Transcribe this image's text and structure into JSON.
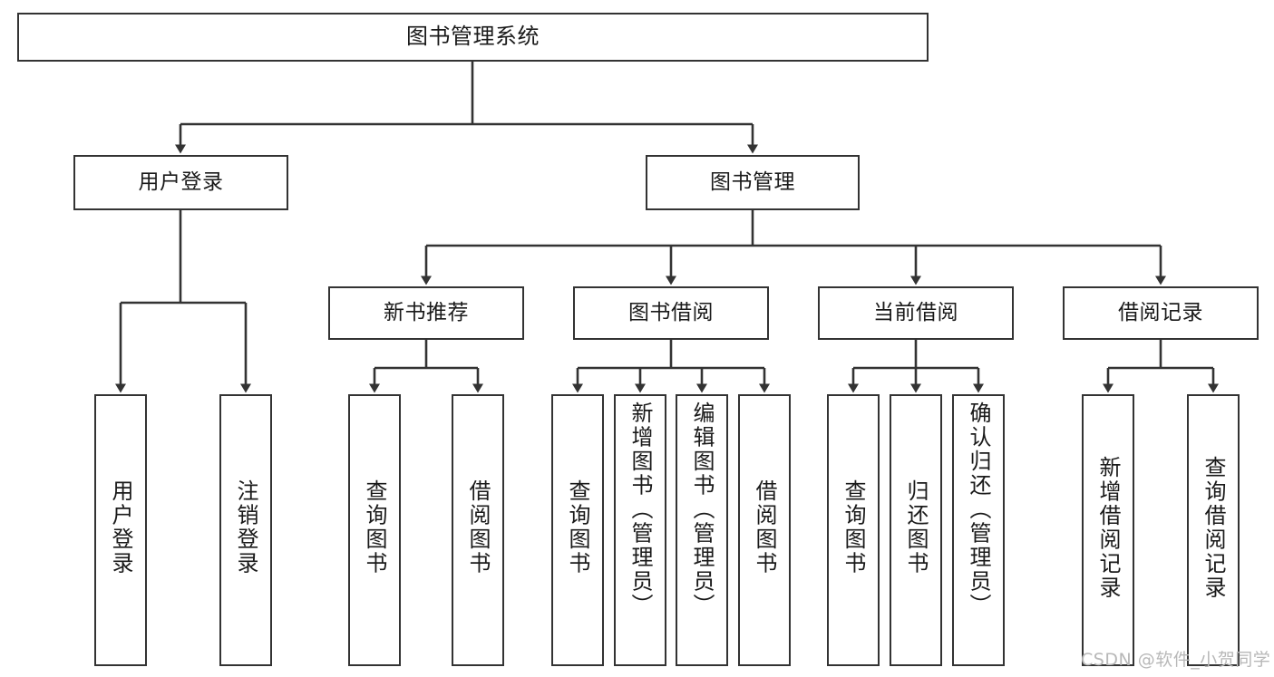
{
  "diagram": {
    "type": "hierarchy-tree",
    "title": "图书管理系统",
    "root": {
      "label": "图书管理系统"
    },
    "level2": [
      {
        "label": "用户登录"
      },
      {
        "label": "图书管理"
      }
    ],
    "level3": [
      {
        "label": "新书推荐"
      },
      {
        "label": "图书借阅"
      },
      {
        "label": "当前借阅"
      },
      {
        "label": "借阅记录"
      }
    ],
    "leaves": {
      "user_login": [
        {
          "label": "用户登录"
        },
        {
          "label": "注销登录"
        }
      ],
      "new_book_recommend": [
        {
          "label": "查询图书"
        },
        {
          "label": "借阅图书"
        }
      ],
      "book_borrow": [
        {
          "label": "查询图书"
        },
        {
          "label": "新增图书（管理员）"
        },
        {
          "label": "编辑图书（管理员）"
        },
        {
          "label": "借阅图书"
        }
      ],
      "current_borrow": [
        {
          "label": "查询图书"
        },
        {
          "label": "归还图书"
        },
        {
          "label": "确认归还（管理员）"
        }
      ],
      "borrow_record": [
        {
          "label": "新增借阅记录"
        },
        {
          "label": "查询借阅记录"
        }
      ]
    }
  },
  "watermark": {
    "text": "CSDN @软件_小贺同学"
  },
  "colors": {
    "border": "#333333",
    "background": "#ffffff",
    "text": "#1a1a1a",
    "watermark": "#b8b8b8"
  }
}
